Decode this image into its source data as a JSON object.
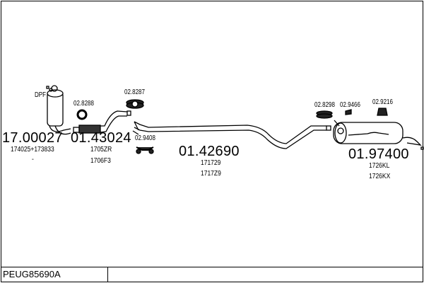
{
  "diagram_code": "PEUG85690A",
  "parts": [
    {
      "number": "17.00027",
      "refs": [
        "174025+173833",
        "-"
      ],
      "label": "DPF"
    },
    {
      "number": "01.43024",
      "refs": [
        "1705ZR",
        "1706F3"
      ]
    },
    {
      "number": "01.42690",
      "refs": [
        "171729",
        "1717Z9"
      ]
    },
    {
      "number": "01.97400",
      "refs": [
        "1726KL",
        "1726KX"
      ]
    }
  ],
  "accessories": [
    "02.8288",
    "02.8287",
    "02.9408",
    "02.8298",
    "02.9466",
    "02.9216"
  ]
}
